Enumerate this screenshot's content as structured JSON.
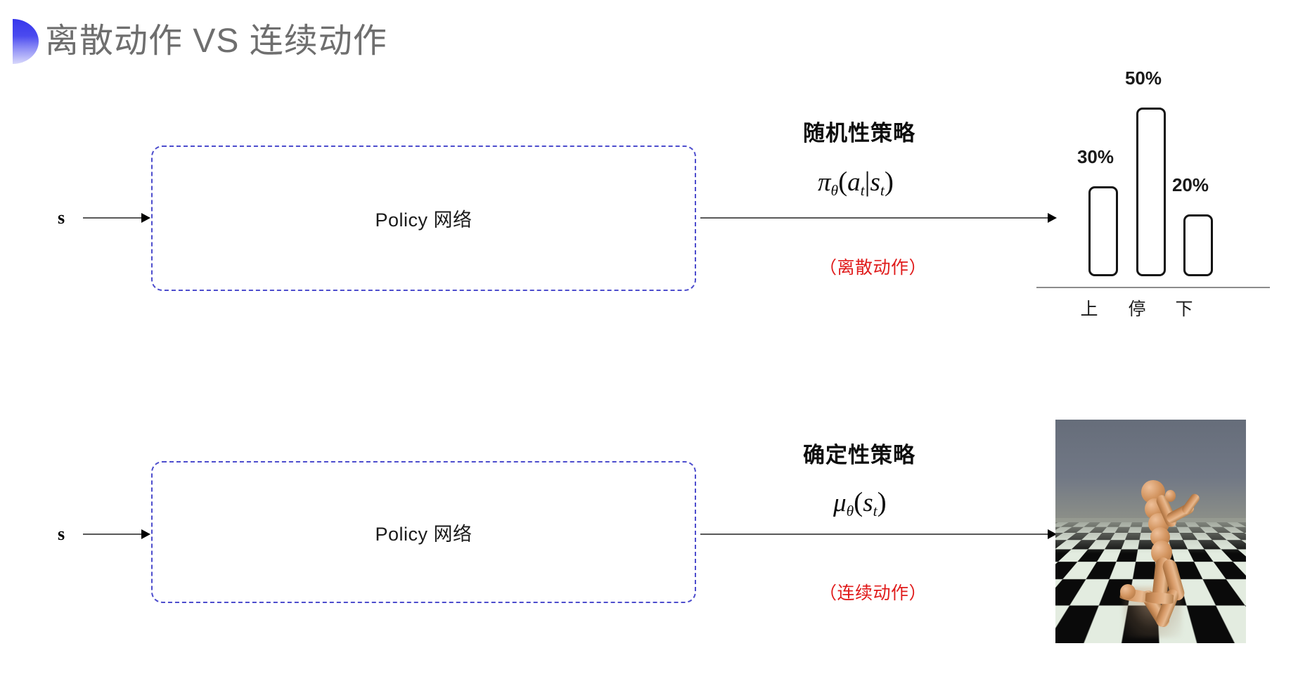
{
  "slide": {
    "title": "离散动作 VS 连续动作",
    "decor_gradient_from": "#3535ec",
    "decor_gradient_to": "#d8d8fb",
    "title_color": "#6e6e6e"
  },
  "rows": [
    {
      "id": "discrete",
      "state_label": "s",
      "policy_box_label": "Policy 网络",
      "policy_type_title": "随机性策略",
      "policy_formula_plain": "π_θ(a_t|s_t)",
      "policy_formula_parts": {
        "fn": "π",
        "fn_sub": "θ",
        "open": "(",
        "arg1": "a",
        "arg1_sub": "t",
        "bar": "|",
        "arg2": "s",
        "arg2_sub": "t",
        "close": ")"
      },
      "note": "（离散动作）",
      "note_color": "#e01b1b",
      "output_kind": "bar-chart"
    },
    {
      "id": "continuous",
      "state_label": "s",
      "policy_box_label": "Policy 网络",
      "policy_type_title": "确定性策略",
      "policy_formula_plain": "μ_θ(s_t)",
      "policy_formula_parts": {
        "fn": "μ",
        "fn_sub": "θ",
        "open": "(",
        "arg1": "s",
        "arg1_sub": "t",
        "close": ")"
      },
      "note": "（连续动作）",
      "note_color": "#e01b1b",
      "output_kind": "humanoid-render"
    }
  ],
  "chart_data": {
    "type": "bar",
    "title": "",
    "categories": [
      "上",
      "停",
      "下"
    ],
    "values": [
      30,
      50,
      20
    ],
    "value_labels": [
      "30%",
      "50%",
      "20%"
    ],
    "ylabel": "",
    "xlabel": "",
    "ylim": [
      0,
      60
    ],
    "grid": false,
    "legend": "none",
    "bar_style": "outlined-rounded",
    "bar_fill": "#ffffff",
    "bar_stroke": "#141414",
    "axis_color": "#8c8c8c"
  },
  "humanoid": {
    "description": "MuJoCo 3D humanoid on checkered floor",
    "sky_color": "#6d7480",
    "floor_light": "#e3ece0",
    "floor_dark": "#0a0a0a",
    "body_color": "#d79a67"
  }
}
